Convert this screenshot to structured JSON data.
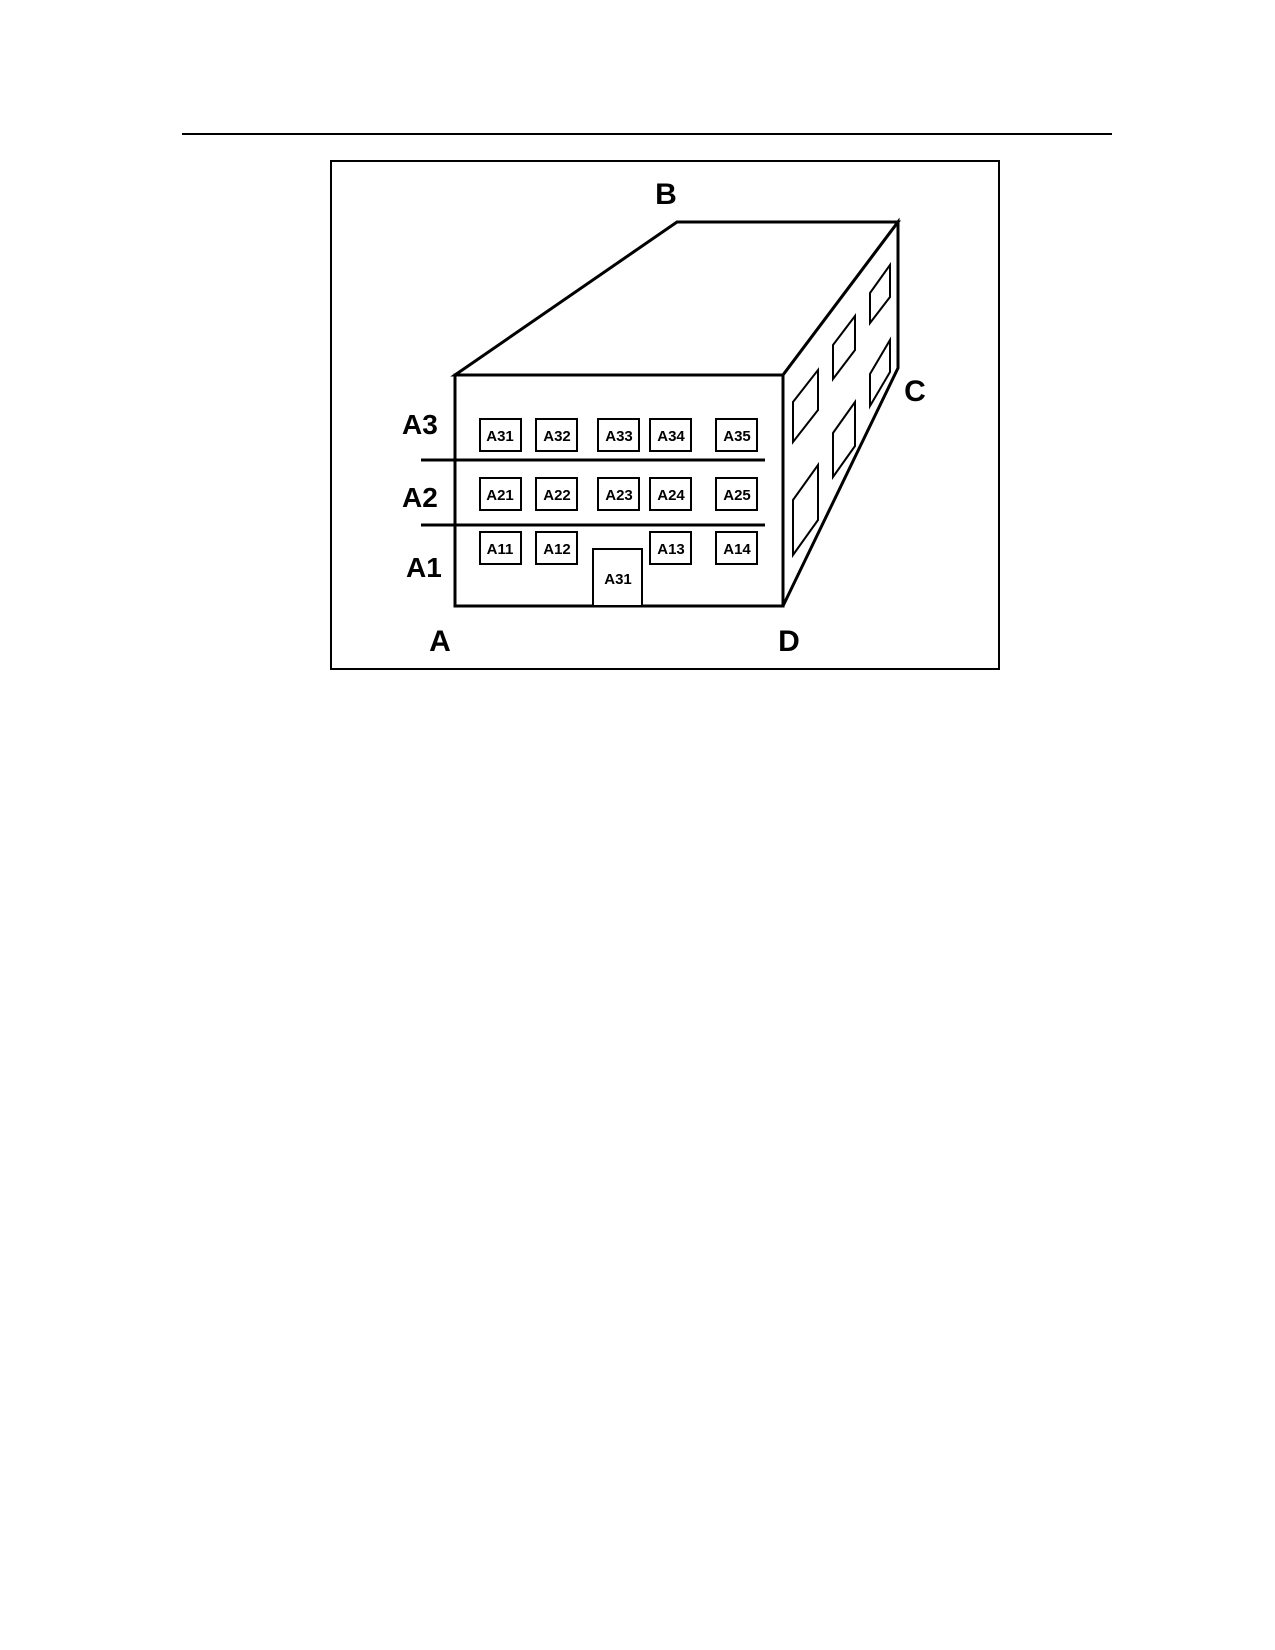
{
  "corners": {
    "a": "A",
    "b": "B",
    "c": "C",
    "d": "D"
  },
  "floors": {
    "a3": "A3",
    "a2": "A2",
    "a1": "A1"
  },
  "rooms": {
    "floor3": [
      "A31",
      "A32",
      "A33",
      "A34",
      "A35"
    ],
    "floor2": [
      "A21",
      "A22",
      "A23",
      "A24",
      "A25"
    ],
    "floor1": [
      "A11",
      "A12",
      "A13",
      "A14"
    ],
    "entrance": "A31"
  }
}
